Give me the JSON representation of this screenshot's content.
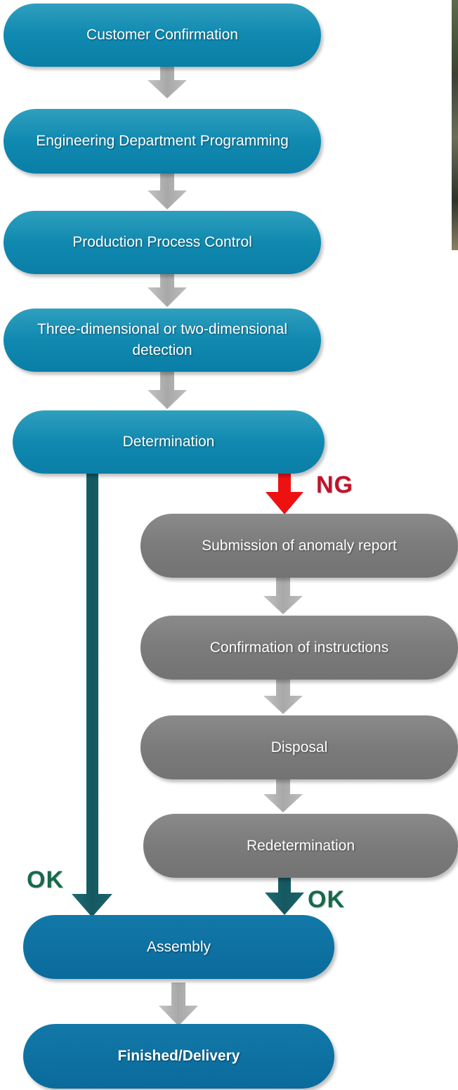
{
  "diagram": {
    "nodes": [
      {
        "id": "n1",
        "text": "Customer Confirmation"
      },
      {
        "id": "n2",
        "text": "Engineering Department Programming"
      },
      {
        "id": "n3",
        "text": "Production Process Control"
      },
      {
        "id": "n4",
        "text": "Three-dimensional or two-dimensional detection"
      },
      {
        "id": "n5",
        "text": "Determination"
      },
      {
        "id": "n6",
        "text": "Submission of anomaly report"
      },
      {
        "id": "n7",
        "text": "Confirmation of instructions"
      },
      {
        "id": "n8",
        "text": "Disposal"
      },
      {
        "id": "n9",
        "text": "Redetermination"
      },
      {
        "id": "n10",
        "text": "Assembly"
      },
      {
        "id": "n11",
        "text": "Finished/Delivery"
      }
    ],
    "labels": {
      "ng": "NG",
      "ok_left": "OK",
      "ok_right": "OK"
    },
    "edges": [
      {
        "from": "n1",
        "to": "n2"
      },
      {
        "from": "n2",
        "to": "n3"
      },
      {
        "from": "n3",
        "to": "n4"
      },
      {
        "from": "n4",
        "to": "n5"
      },
      {
        "from": "n5",
        "to": "n6",
        "label": "NG"
      },
      {
        "from": "n6",
        "to": "n7"
      },
      {
        "from": "n7",
        "to": "n8"
      },
      {
        "from": "n8",
        "to": "n9"
      },
      {
        "from": "n5",
        "to": "n10",
        "label": "OK"
      },
      {
        "from": "n9",
        "to": "n10",
        "label": "OK"
      },
      {
        "from": "n10",
        "to": "n11"
      }
    ],
    "colors": {
      "main_box": "#1089b0",
      "branch_box": "#7b7b7b",
      "final_box": "#0a6b9c",
      "gray_arrow": "#b5b5b5",
      "ok_arrow": "#1a5e68",
      "ng_arrow": "#ee1111",
      "ok_text": "#156a4a",
      "ng_text": "#c2122a"
    }
  }
}
